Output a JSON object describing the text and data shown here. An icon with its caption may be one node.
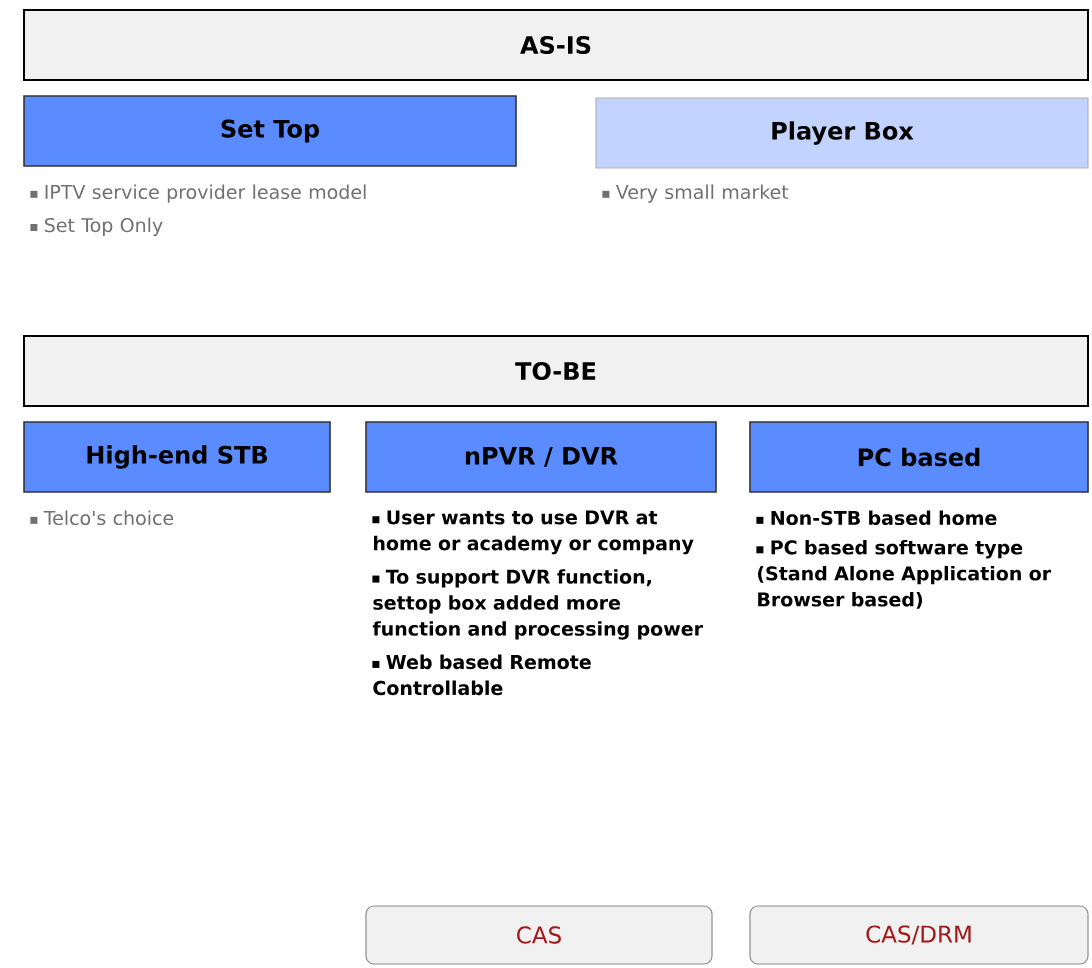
{
  "diagram": {
    "nodes": [
      {
        "text": [
          "AS-IS"
        ]
      },
      {
        "text": [
          "Set Top"
        ],
        "beside": [
          "IPTV service provider lease model",
          "Set Top Only"
        ]
      },
      {
        "text": [
          "Player Box"
        ],
        "beside": [
          "Very small market"
        ]
      },
      {
        "text": [
          "TO-BE"
        ]
      },
      {
        "text": [
          "High-end STB"
        ],
        "beside": [
          "Telco's choice"
        ]
      },
      {
        "text": [
          "nPVR / DVR"
        ],
        "beside": [
          "User wants to use DVR at home or academy or company",
          "To support DVR function, settop box added more function and processing power",
          "Web based Remote Controllable"
        ]
      },
      {
        "text": [
          "PC based"
        ],
        "beside": [
          "Non-STB based home",
          "PC based software type (Stand Alone Application or Browser based)"
        ]
      },
      {
        "text": [
          "CAS"
        ]
      },
      {
        "text": [
          "CAS/DRM"
        ]
      }
    ]
  }
}
